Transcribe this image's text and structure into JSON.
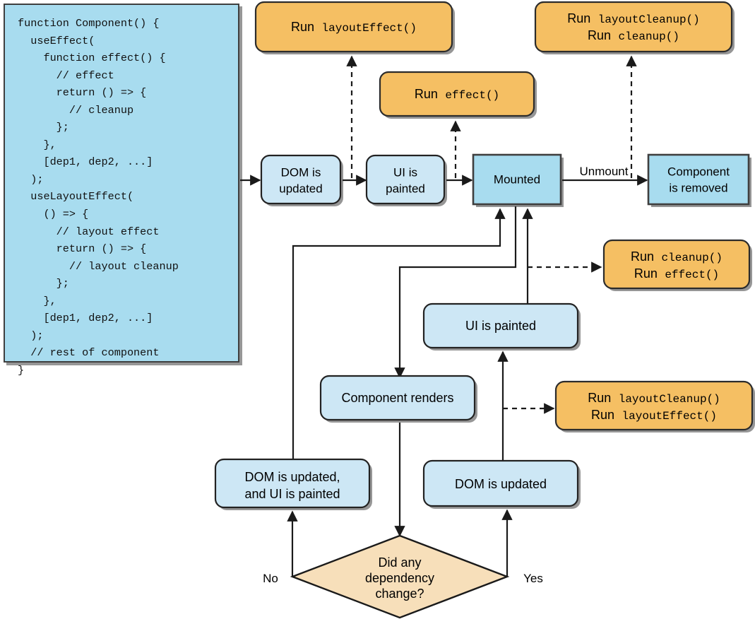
{
  "colors": {
    "code_fill": "#a8dcef",
    "code_stroke": "#3f3f3f",
    "light_blue_fill": "#cde7f5",
    "light_blue_stroke": "#222222",
    "mid_blue_fill": "#a8dcef",
    "mid_blue_stroke": "#3f3f3f",
    "orange_fill": "#f5bf63",
    "orange_stroke": "#2b2b2b",
    "diamond_fill": "#f7dfba",
    "diamond_stroke": "#1a1a1a",
    "line": "#1a1a1a",
    "background": "#ffffff"
  },
  "code_panel": {
    "name": "component-source-code",
    "lines": [
      "function Component() {",
      "  useEffect(",
      "    function effect() {",
      "      // effect",
      "      return () => {",
      "        // cleanup",
      "      };",
      "    },",
      "    [dep1, dep2, ...]",
      "  );",
      "  useLayoutEffect(",
      "    () => {",
      "      // layout effect",
      "      return () => {",
      "        // layout cleanup",
      "      };",
      "    },",
      "    [dep1, dep2, ...]",
      "  );",
      "  // rest of component",
      "}"
    ]
  },
  "nodes": {
    "run_layout_effect": {
      "run": "Run",
      "fn": "layoutEffect()"
    },
    "run_layout_cleanup_cleanup": {
      "line1_run": "Run",
      "line1_fn": "layoutCleanup()",
      "line2_run": "Run",
      "line2_fn": "cleanup()"
    },
    "run_effect": {
      "run": "Run",
      "fn": "effect()"
    },
    "dom_is_updated_top": {
      "line1": "DOM is",
      "line2": "updated"
    },
    "ui_is_painted_top": {
      "line1": "UI is",
      "line2": "painted"
    },
    "mounted": {
      "label": "Mounted"
    },
    "component_is_removed": {
      "line1": "Component",
      "line2": "is removed"
    },
    "run_cleanup_effect": {
      "line1_run": "Run",
      "line1_fn": "cleanup()",
      "line2_run": "Run",
      "line2_fn": "effect()"
    },
    "ui_is_painted_mid": {
      "label": "UI is painted"
    },
    "component_renders": {
      "label": "Component renders"
    },
    "run_layout_cleanup_layout_effect": {
      "line1_run": "Run",
      "line1_fn": "layoutCleanup()",
      "line2_run": "Run",
      "line2_fn": "layoutEffect()"
    },
    "dom_updated_ui_painted": {
      "line1": "DOM is updated,",
      "line2": "and UI is painted"
    },
    "dom_is_updated_bottom": {
      "label": "DOM is updated"
    },
    "decision": {
      "line1": "Did any",
      "line2": "dependency",
      "line3": "change?"
    }
  },
  "edge_labels": {
    "unmount": "Unmount",
    "no": "No",
    "yes": "Yes"
  }
}
